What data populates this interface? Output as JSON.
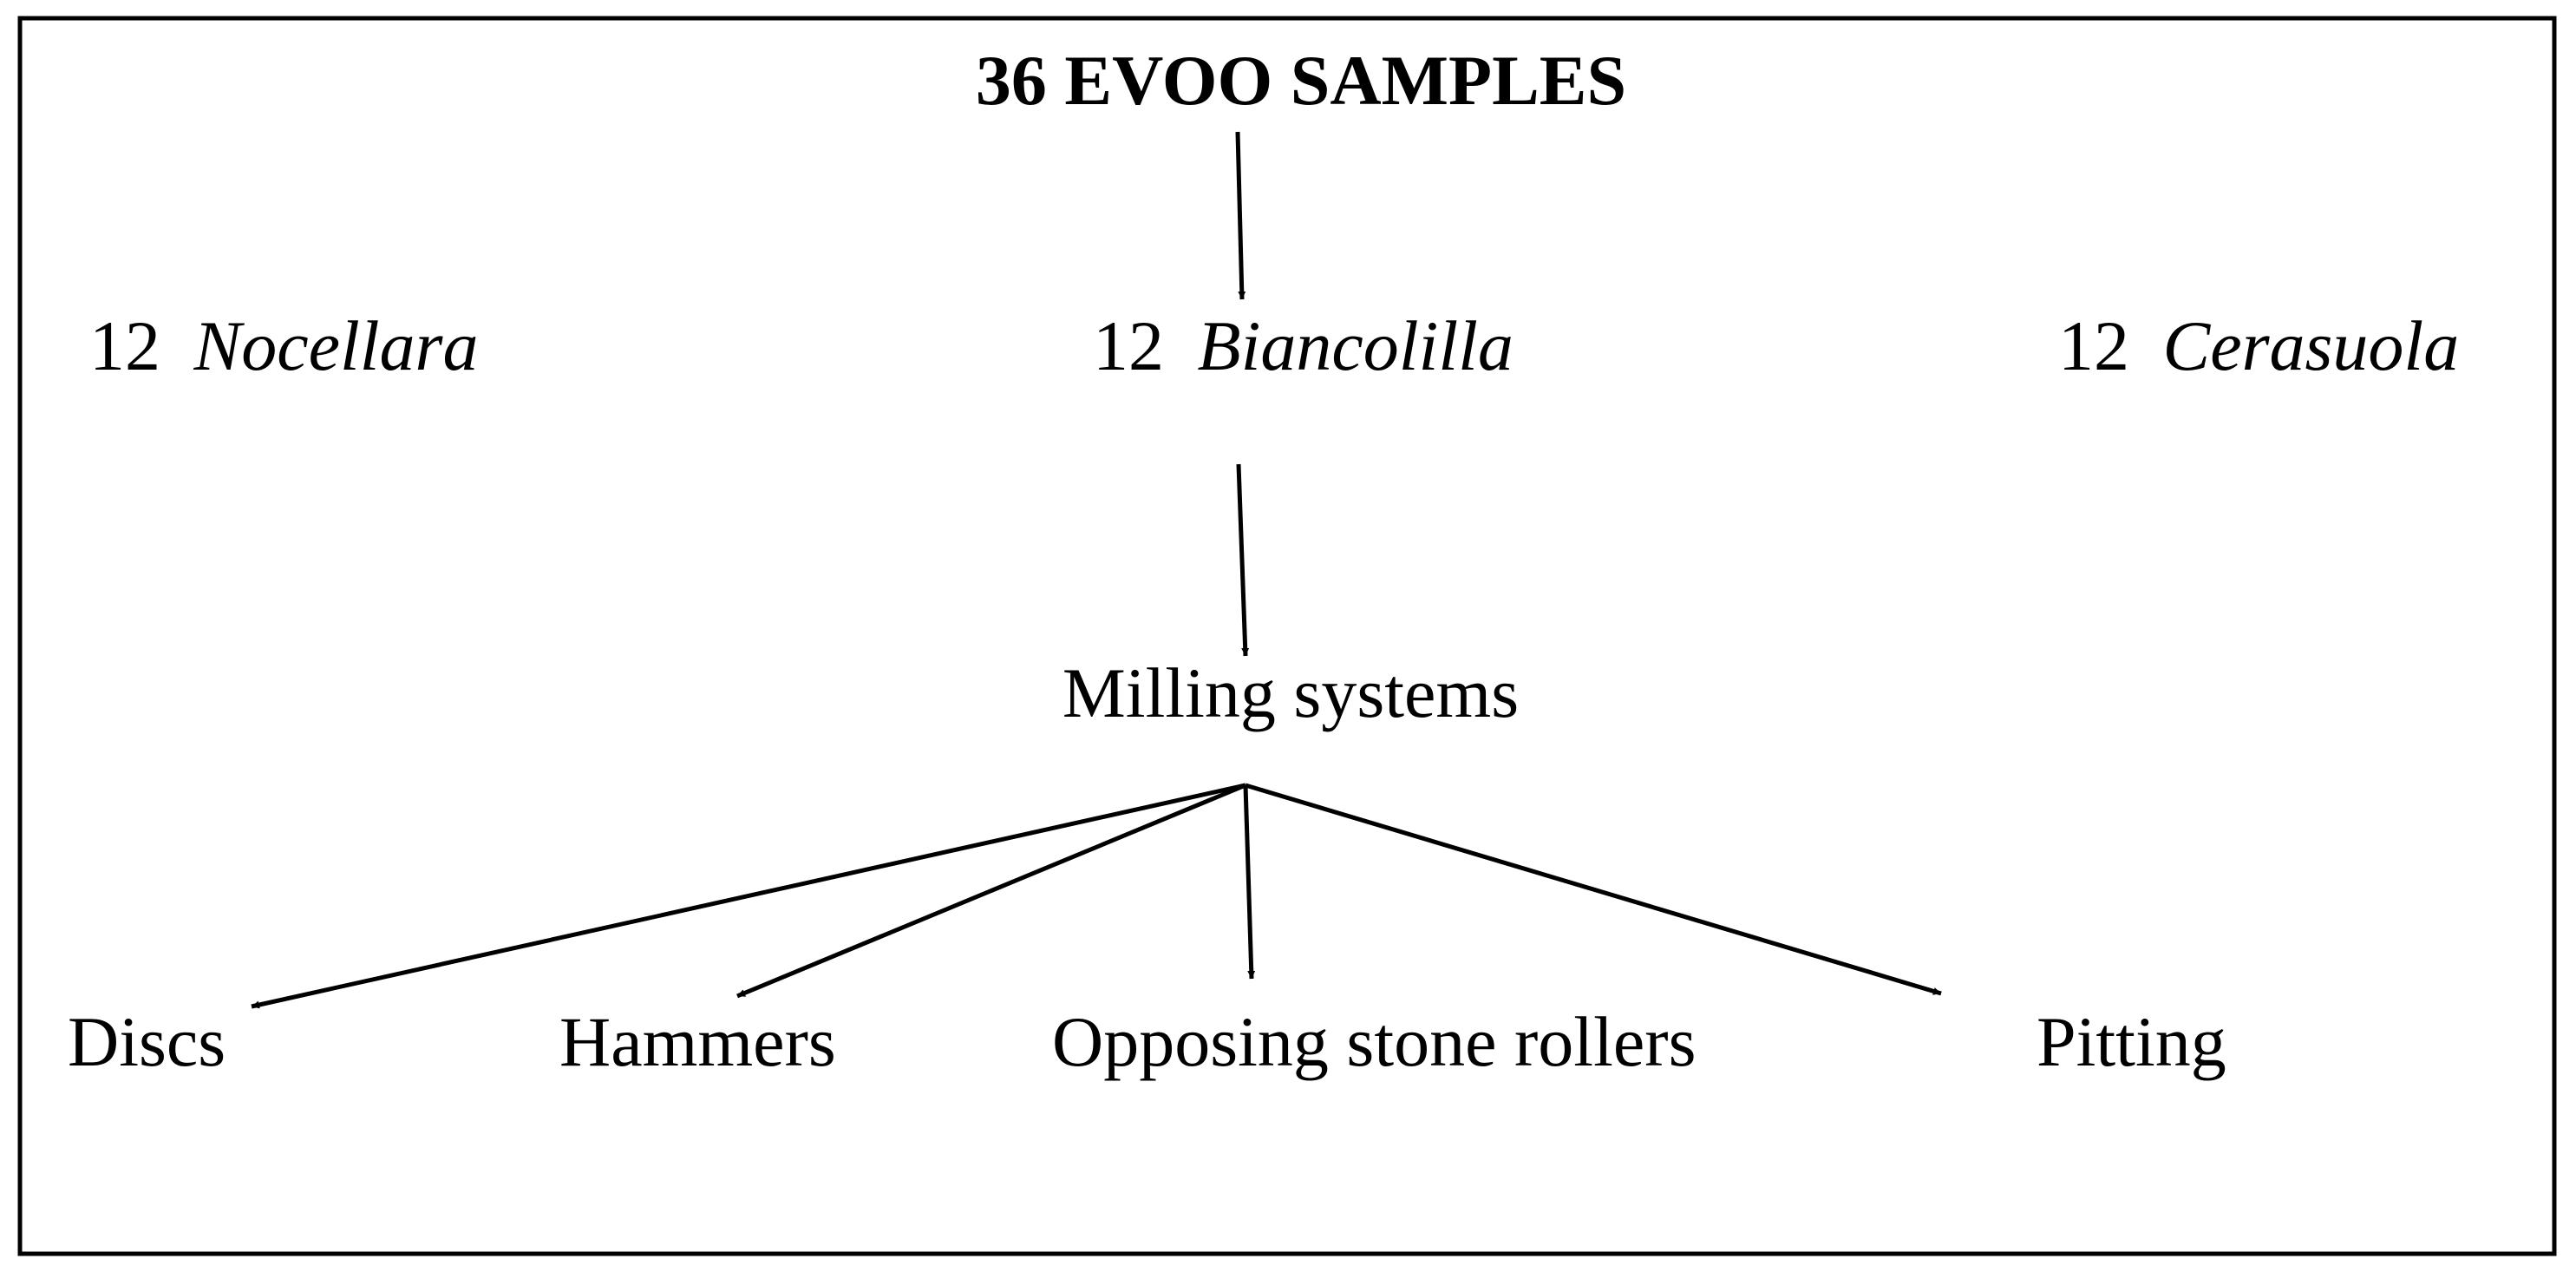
{
  "title": "36 EVOO SAMPLES",
  "varieties": [
    {
      "count": "12",
      "name": "Nocellara"
    },
    {
      "count": "12",
      "name": "Biancolilla"
    },
    {
      "count": "12",
      "name": "Cerasuola"
    }
  ],
  "milling": {
    "label": "Milling systems",
    "systems": [
      "Discs",
      "Hammers",
      "Opposing stone rollers",
      "Pitting"
    ]
  },
  "colors": {
    "lines": "#000000",
    "background": "#ffffff"
  }
}
